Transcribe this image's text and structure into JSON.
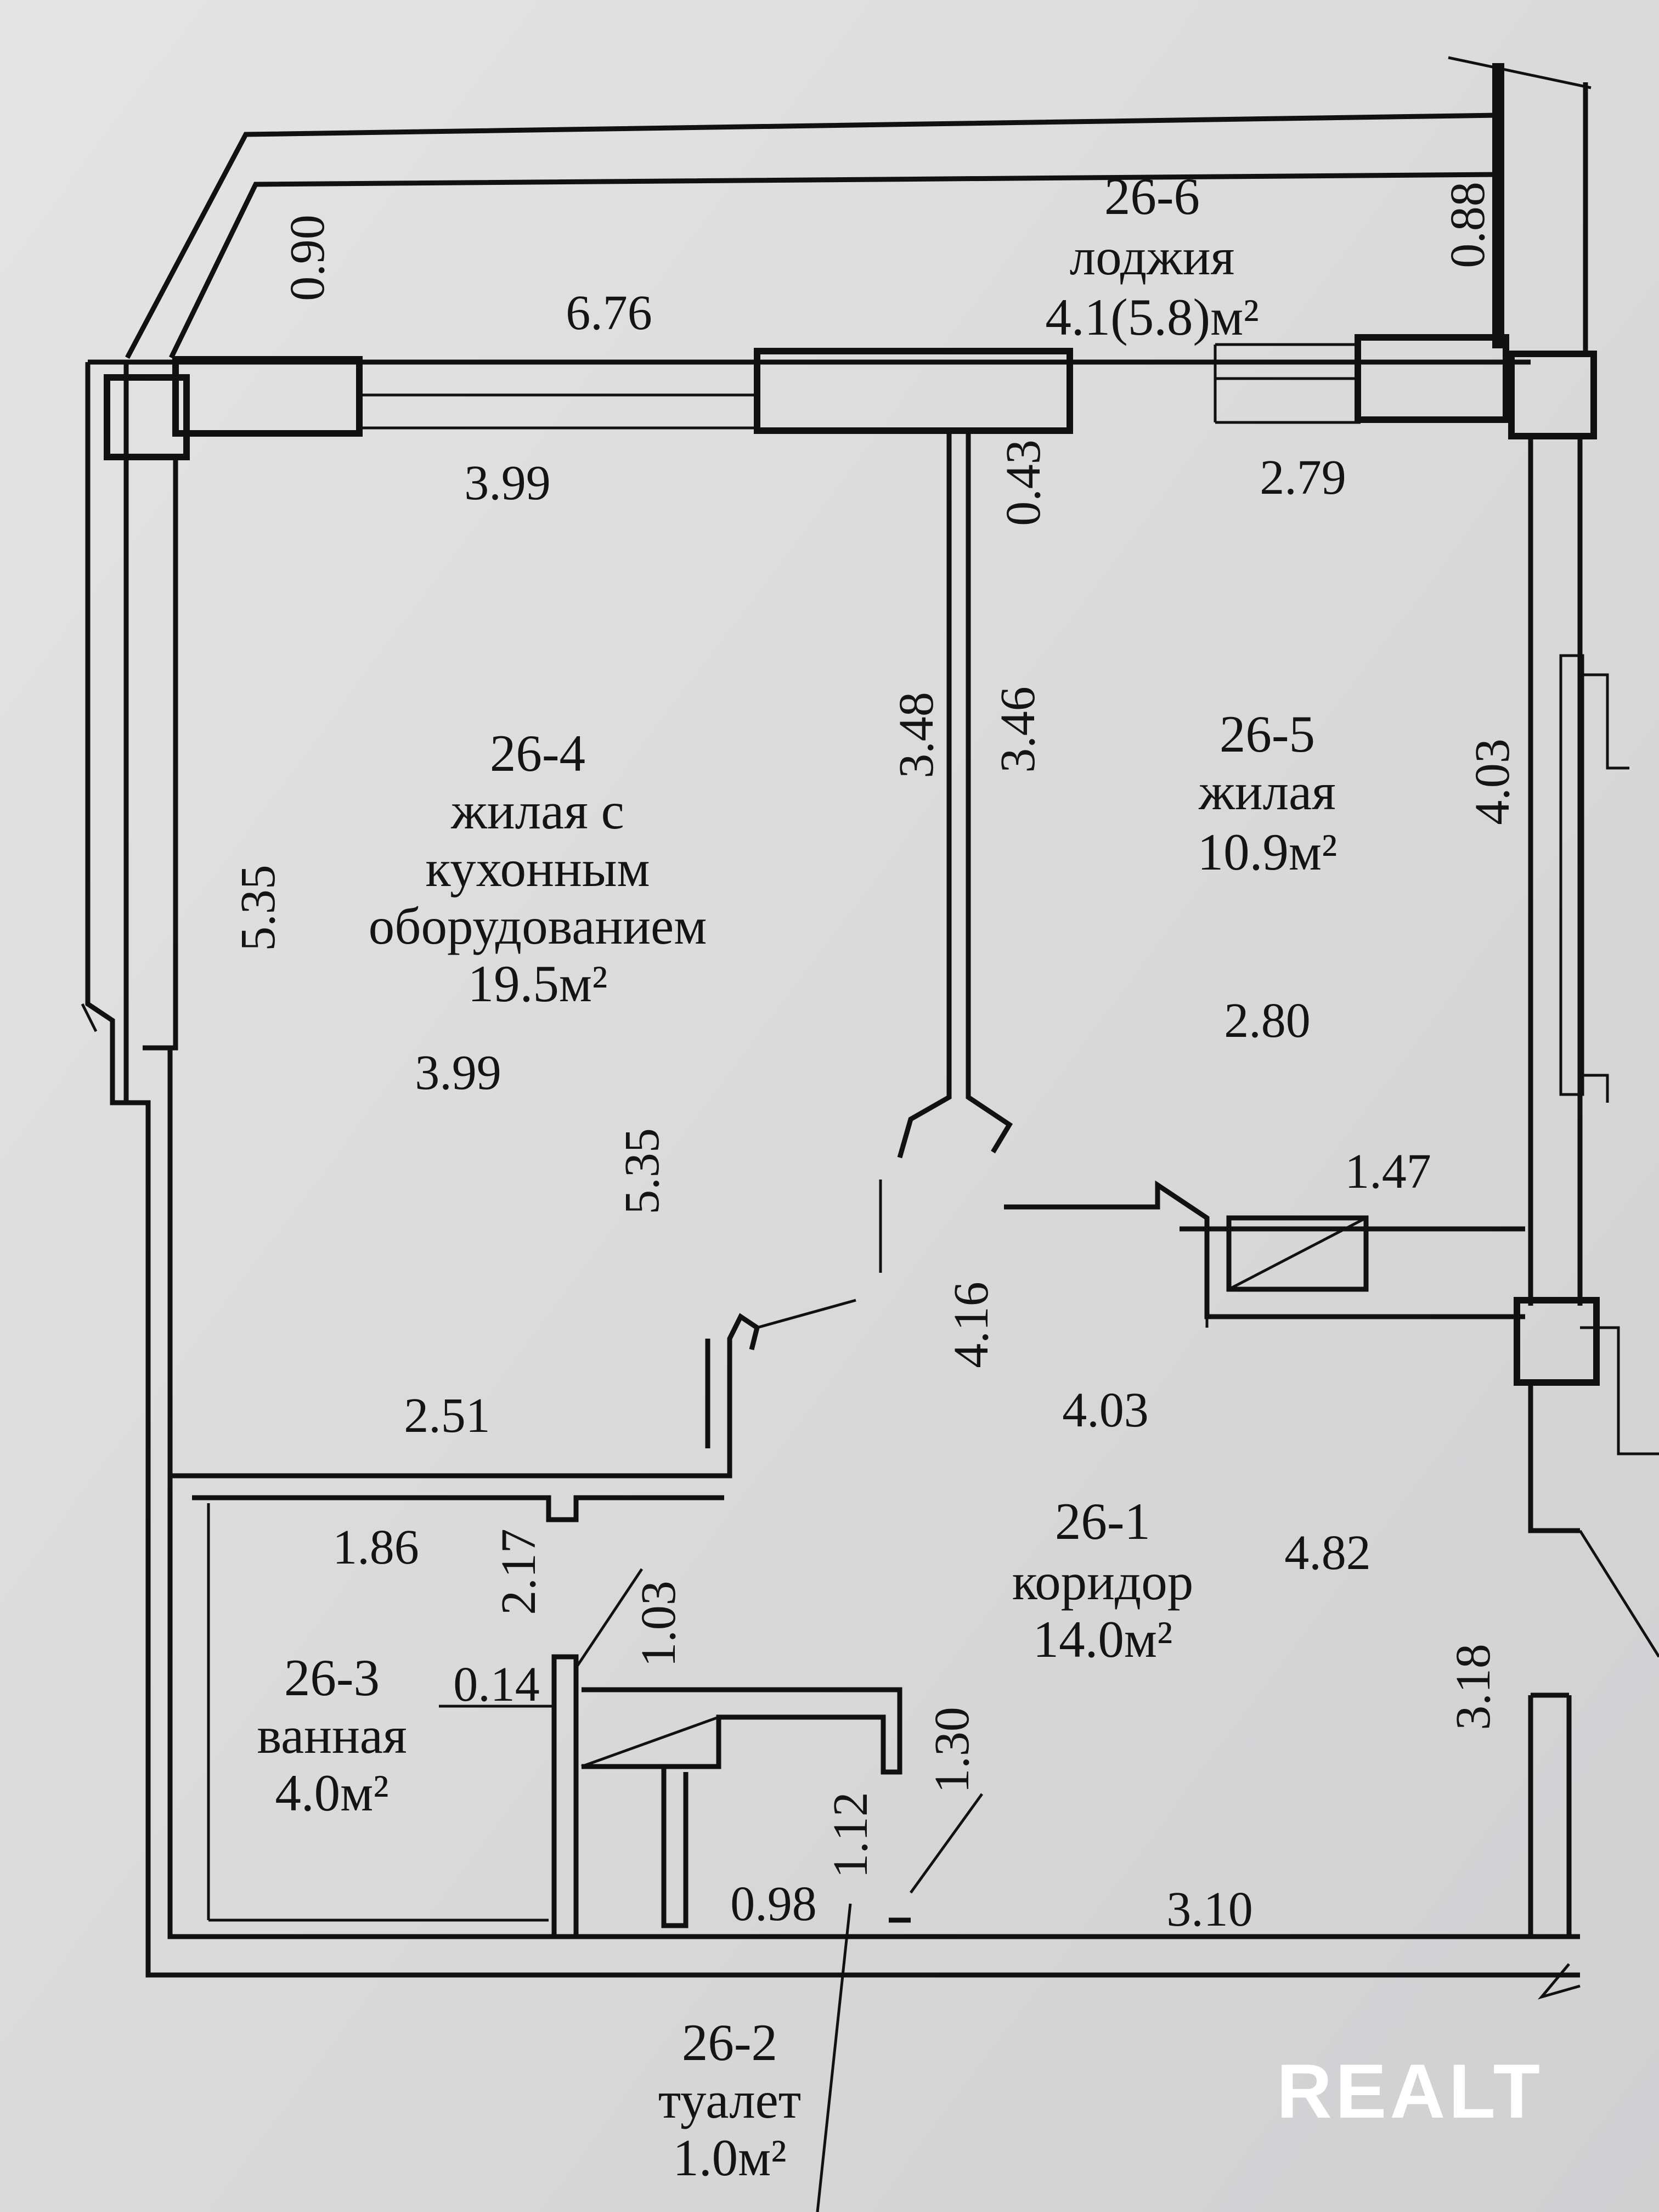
{
  "rooms": {
    "loggia": {
      "id": "26-6",
      "name": "лоджия",
      "area": "4.1(5.8)м²"
    },
    "living": {
      "id": "26-4",
      "name_line1": "жилая с",
      "name_line2": "кухонным",
      "name_line3": "оборудованием",
      "area": "19.5м²"
    },
    "bedroom": {
      "id": "26-5",
      "name": "жилая",
      "area": "10.9м²"
    },
    "corridor": {
      "id": "26-1",
      "name": "коридор",
      "area": "14.0м²"
    },
    "bathroom": {
      "id": "26-3",
      "name": "ванная",
      "area": "4.0м²"
    },
    "toilet": {
      "id": "26-2",
      "name": "туалет",
      "area": "1.0м²"
    }
  },
  "dimensions": {
    "loggia_depth_left": "0.90",
    "loggia_length": "6.76",
    "loggia_depth_right": "0.88",
    "living_top_width": "3.99",
    "pier_depth": "0.43",
    "bedroom_top_width": "2.79",
    "wall_left_height": "3.48",
    "wall_right_height": "3.46",
    "living_left_height": "5.35",
    "bedroom_right_height": "4.03",
    "living_mid_width": "3.99",
    "living_mid_height": "5.35",
    "bedroom_mid_width": "2.80",
    "niche_width": "1.47",
    "corridor_opening": "4.16",
    "corridor_width_top": "4.03",
    "living_bottom_width": "2.51",
    "bath_width": "1.86",
    "bath_height": "2.17",
    "corridor_height": "4.82",
    "bath_wall": "0.14",
    "toilet_door_wall": "1.03",
    "toilet_height": "1.12",
    "toilet_opening": "1.30",
    "corridor_right_height": "3.18",
    "toilet_width": "0.98",
    "corridor_bottom_width": "3.10"
  },
  "watermark": "REALT",
  "colors": {
    "paper": "#dcdcde",
    "ink": "#111111",
    "watermark": "#ffffff"
  }
}
